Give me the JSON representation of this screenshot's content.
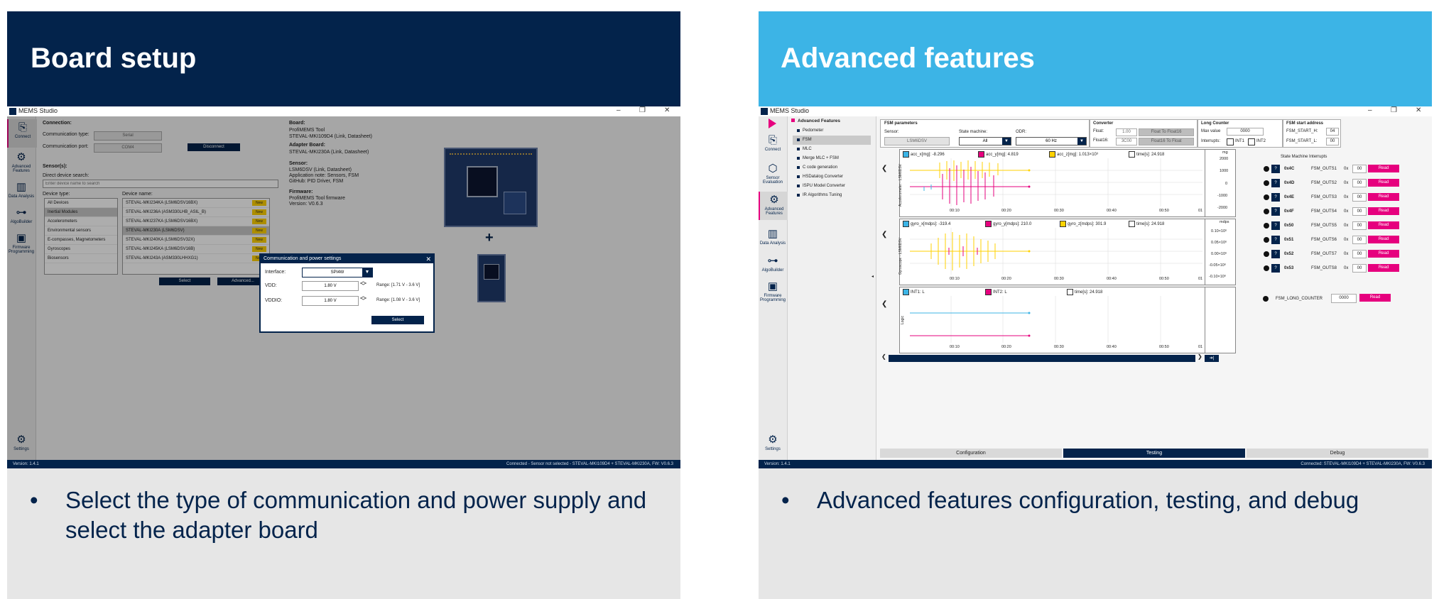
{
  "left_card": {
    "title": "Board setup",
    "bullet": "Select the type of communication and power supply and select the adapter board",
    "window": {
      "app_name": "MEMS Studio",
      "sidebar": [
        {
          "label": "Connect",
          "icon": "connect-icon"
        },
        {
          "label": "Advanced Features",
          "icon": "gears-icon"
        },
        {
          "label": "Data Analysis",
          "icon": "chart-icon"
        },
        {
          "label": "AlgoBuilder",
          "icon": "flow-icon"
        },
        {
          "label": "Firmware Programming",
          "icon": "chip-icon"
        }
      ],
      "settings_label": "Settings",
      "connection": {
        "heading": "Connection:",
        "comm_type_label": "Communication type:",
        "comm_type_value": "Serial",
        "comm_port_label": "Communication port:",
        "comm_port_value": "COM4",
        "disconnect_label": "Disconnect"
      },
      "board_info": {
        "board_heading": "Board:",
        "board_lines": [
          "ProfiMEMS Tool",
          "STEVAL-MKI109D4 (Link, Datasheet)"
        ],
        "adapter_heading": "Adapter Board:",
        "adapter_line": "STEVAL-MKI230A (Link, Datasheet)",
        "sensor_heading": "Sensor:",
        "sensor_lines": [
          "LSM6DSV (Link, Datasheet)",
          "Application note: Sensors, FSM",
          "GitHub: PID Driver, FSM"
        ],
        "firmware_heading": "Firmware:",
        "firmware_lines": [
          "ProfiMEMS Tool firmware",
          "Version: V0.6.3"
        ]
      },
      "sensors": {
        "heading": "Sensor(s):",
        "search_label": "Direct device search:",
        "search_placeholder": "Enter device name to search",
        "device_type_label": "Device type:",
        "device_name_label": "Device name:",
        "device_types": [
          "All Devices",
          "Inertial Modules",
          "Accelerometers",
          "Environmental sensors",
          "E-compasses, Magnetometers",
          "Gyroscopes",
          "Biosensors"
        ],
        "selected_type_index": 1,
        "device_names": [
          "STEVAL-MKI234KA (LSM6DSV16BX)",
          "STEVAL-MKI236A (ASM330LHB_ASIL_B)",
          "STEVAL-MKI237KA (LSM6DSV16BX)",
          "STEVAL-MKI230A (LSM6DSV)",
          "STEVAL-MKI240KA (LSM6DSV32X)",
          "STEVAL-MKI245KA (LSM6DSV16B)",
          "STEVAL-MKI243A (ASM330LHHXG1)"
        ],
        "selected_name_index": 3,
        "new_tag": "New",
        "select_label": "Select",
        "advanced_label": "Advanced..."
      },
      "plus": "+",
      "dialog": {
        "title": "Communication and power settings",
        "interface_label": "Interface:",
        "interface_value": "SPI4W",
        "vdd_label": "VDD:",
        "vdd_value": "1.80 V",
        "vdd_range": "Range: [1.71 V - 3.6 V]",
        "vddio_label": "VDDIO:",
        "vddio_value": "1.80 V",
        "vddio_range": "Range: [1.08 V - 3.6 V]",
        "select_label": "Select"
      },
      "status_left": "Version: 1.4.1",
      "status_right": "Connected - Sensor not selected - STEVAL-MKI109D4 + STEVAL-MKI230A, FW: V0.6.3"
    }
  },
  "right_card": {
    "title": "Advanced features",
    "bullet": "Advanced features configuration, testing, and debug",
    "window": {
      "app_name": "MEMS Studio",
      "sidebar": [
        {
          "label": "Connect",
          "icon": "connect-icon"
        },
        {
          "label": "Sensor Evaluation",
          "icon": "sensor-icon"
        },
        {
          "label": "Advanced Features",
          "icon": "gears-icon"
        },
        {
          "label": "Data Analysis",
          "icon": "chart-icon"
        },
        {
          "label": "AlgoBuilder",
          "icon": "flow-icon"
        },
        {
          "label": "Firmware Programming",
          "icon": "chip-icon"
        }
      ],
      "settings_label": "Settings",
      "menu_heading": "Advanced Features",
      "menu": [
        "Pedometer",
        "FSM",
        "MLC",
        "Merge MLC + FSM",
        "C code generation",
        "HSDatalog Converter",
        "ISPU Model Converter",
        "IR Algorithms Tuning"
      ],
      "menu_selected": 1,
      "fsm": {
        "heading": "FSM parameters",
        "sensor_label": "Sensor:",
        "sensor_value": "LSM6DSV",
        "state_machine_label": "State machine:",
        "state_machine_value": "All",
        "odr_label": "ODR:",
        "odr_value": "60 Hz"
      },
      "converter": {
        "heading": "Converter",
        "float_label": "Float:",
        "float_value": "1.00",
        "float_btn": "Float To Float16",
        "float16_label": "Float16:",
        "float16_value": "3C00",
        "float16_btn": "Float16 To Float"
      },
      "long_counter": {
        "heading": "Long Counter",
        "max_label": "Max value",
        "max_value": "0000",
        "interrupts_label": "Interrupts:",
        "int1": "INT1",
        "int2": "INT2"
      },
      "fsm_start": {
        "heading": "FSM start address",
        "h_label": "FSM_START_H:",
        "h_value": "04",
        "l_label": "FSM_START_L:",
        "l_value": "00"
      },
      "charts": [
        {
          "ylabel": "Accelerometer - LSM6DSV",
          "unit": "mg",
          "ticks": [
            "2000",
            "1000",
            "0",
            "-1000",
            "-2000"
          ],
          "legend": [
            {
              "text": "acc_x[mg]: -8.296",
              "color": "#e6007e"
            },
            {
              "text": "acc_y[mg]: 4.819",
              "color": "#e6007e"
            },
            {
              "text": "acc_z[mg]: 1.013×10³",
              "color": "#ffd200"
            },
            {
              "text": "time[s]: 24.918",
              "color": "#ffffff"
            }
          ]
        },
        {
          "ylabel": "Gyroscope - LSM6DSV",
          "unit": "mdps",
          "ticks": [
            "0.10×10⁶",
            "0.05×10⁶",
            "0.00×10⁶",
            "-0.05×10⁶",
            "-0.10×10⁶"
          ],
          "legend": [
            {
              "text": "gyro_x[mdps]: -319.4",
              "color": "#3cb4e6"
            },
            {
              "text": "gyro_y[mdps]: 210.0",
              "color": "#e6007e"
            },
            {
              "text": "gyro_z[mdps]: 301.9",
              "color": "#ffd200"
            },
            {
              "text": "time[s]: 24.918",
              "color": "#ffffff"
            }
          ]
        },
        {
          "ylabel": "Logic",
          "unit": "",
          "ticks": [],
          "legend": [
            {
              "text": "INT1: L",
              "color": "#3cb4e6"
            },
            {
              "text": "INT2: L",
              "color": "#e6007e"
            },
            {
              "text": "time[s]: 24.918",
              "color": "#ffffff"
            }
          ]
        }
      ],
      "x_ticks": [
        "00:10",
        "00:20",
        "00:30",
        "00:40",
        "00:50",
        "01"
      ],
      "state_machine_interrupts_heading": "State Machine Interrupts",
      "sm_rows": [
        {
          "addr": "0x4C",
          "name": "FSM_OUTS1",
          "value": "00"
        },
        {
          "addr": "0x4D",
          "name": "FSM_OUTS2",
          "value": "00"
        },
        {
          "addr": "0x4E",
          "name": "FSM_OUTS3",
          "value": "00"
        },
        {
          "addr": "0x4F",
          "name": "FSM_OUTS4",
          "value": "00"
        },
        {
          "addr": "0x50",
          "name": "FSM_OUTS5",
          "value": "00"
        },
        {
          "addr": "0x51",
          "name": "FSM_OUTS6",
          "value": "00"
        },
        {
          "addr": "0x52",
          "name": "FSM_OUTS7",
          "value": "00"
        },
        {
          "addr": "0x53",
          "name": "FSM_OUTS8",
          "value": "00"
        }
      ],
      "hex_prefix": "0x",
      "read_label": "Read",
      "long_counter_row": {
        "name": "FSM_LONG_COUNTER",
        "value": "0000"
      },
      "tabs": [
        "Configuration",
        "Testing",
        "Debug"
      ],
      "active_tab": 1,
      "status_left": "Version: 1.4.1",
      "status_right": "Connected:   STEVAL-MKI109D4 + STEVAL-MKI230A, FW: V0.6.3"
    }
  },
  "colors": {
    "navy": "#03234b",
    "sky": "#3cb4e6",
    "magenta": "#e6007e",
    "yellow": "#ffd200"
  }
}
